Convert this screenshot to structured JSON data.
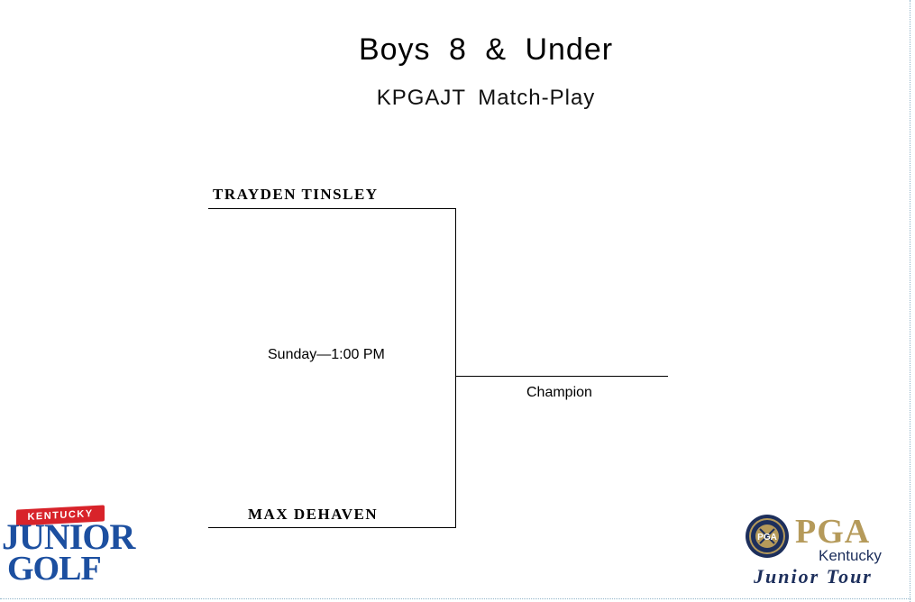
{
  "header": {
    "title": "Boys 8 & Under",
    "subtitle": "KPGAJT Match-Play"
  },
  "bracket": {
    "player_top": "Trayden Tinsley",
    "player_bottom": "Max DeHaven",
    "match_time": "Sunday—1:00 PM",
    "champion_label": "Champion"
  },
  "logos": {
    "left": {
      "banner": "KENTUCKY",
      "line1": "JUNIOR",
      "line2": "GOLF",
      "colors": {
        "red": "#d8232a",
        "blue": "#1c4fa0"
      }
    },
    "right": {
      "seal_text": "PGA",
      "word": "PGA",
      "region": "Kentucky",
      "tagline": "Junior Tour",
      "colors": {
        "gold": "#b59a5a",
        "navy": "#1d2f5c"
      }
    }
  }
}
